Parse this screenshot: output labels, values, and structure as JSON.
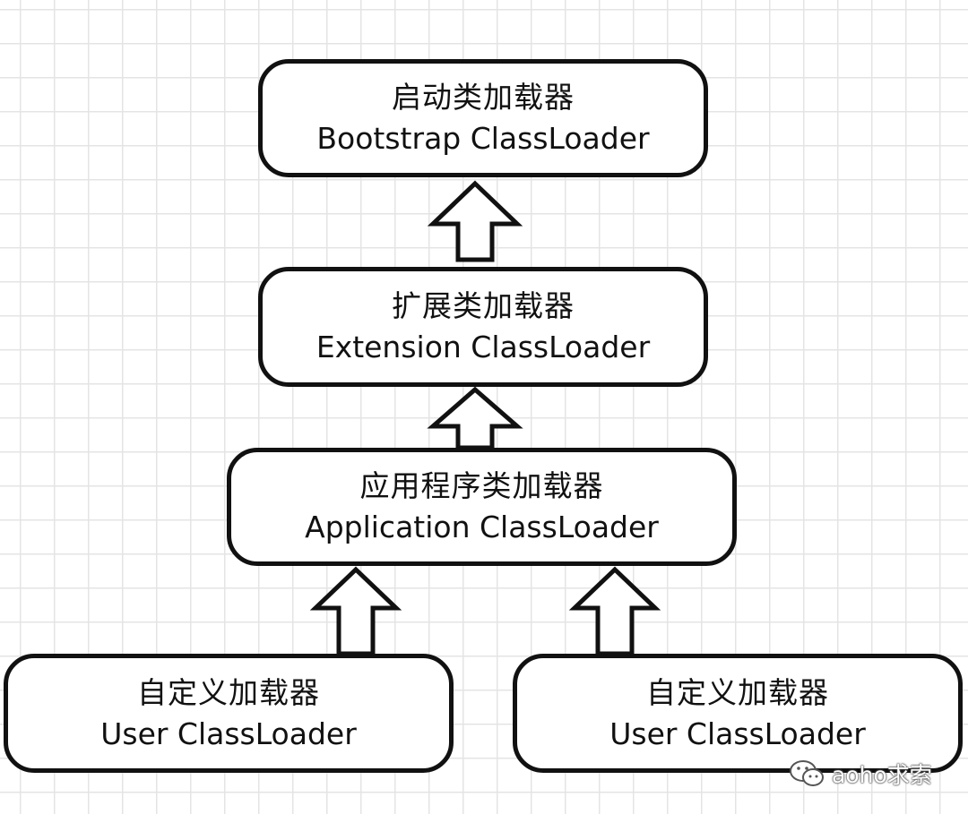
{
  "nodes": {
    "bootstrap": {
      "cn": "启动类加载器",
      "en": "Bootstrap ClassLoader"
    },
    "extension": {
      "cn": "扩展类加载器",
      "en": "Extension ClassLoader"
    },
    "application": {
      "cn": "应用程序类加载器",
      "en": "Application ClassLoader"
    },
    "user_left": {
      "cn": "自定义加载器",
      "en": "User ClassLoader"
    },
    "user_right": {
      "cn": "自定义加载器",
      "en": "User ClassLoader"
    }
  },
  "edges": [
    {
      "from": "extension",
      "to": "bootstrap"
    },
    {
      "from": "application",
      "to": "extension"
    },
    {
      "from": "user_left",
      "to": "application"
    },
    {
      "from": "user_right",
      "to": "application"
    }
  ],
  "watermark": {
    "text": "aoho求索",
    "icon": "wechat-icon"
  },
  "colors": {
    "line": "#111111",
    "grid": "#e4e4e4",
    "background": "#ffffff"
  }
}
